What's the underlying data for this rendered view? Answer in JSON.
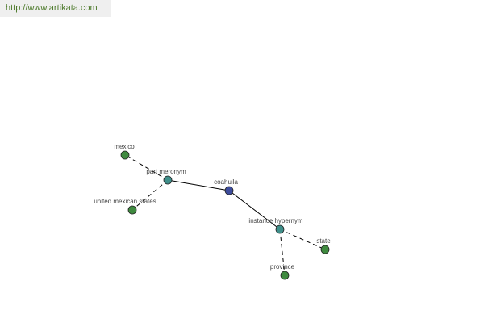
{
  "watermark": {
    "text": "http://www.artikata.com"
  },
  "colors": {
    "leaf": "#3f8a3f",
    "relation": "#3f8f8a",
    "center": "#3d4c9c",
    "node_stroke": "#222222",
    "edge": "#000000"
  },
  "graph": {
    "nodes": [
      {
        "id": "coahuila",
        "label": "coahuila",
        "kind": "center"
      },
      {
        "id": "part-meronym",
        "label": "part meronym",
        "kind": "relation"
      },
      {
        "id": "instance-hypernym",
        "label": "instance hypernym",
        "kind": "relation"
      },
      {
        "id": "mexico",
        "label": "mexico",
        "kind": "leaf"
      },
      {
        "id": "united-mexican-states",
        "label": "united mexican states",
        "kind": "leaf"
      },
      {
        "id": "state",
        "label": "state",
        "kind": "leaf"
      },
      {
        "id": "province",
        "label": "province",
        "kind": "leaf"
      }
    ],
    "edges": [
      {
        "from": "coahuila",
        "to": "part-meronym",
        "style": "solid"
      },
      {
        "from": "coahuila",
        "to": "instance-hypernym",
        "style": "solid"
      },
      {
        "from": "part-meronym",
        "to": "mexico",
        "style": "dashed"
      },
      {
        "from": "part-meronym",
        "to": "united-mexican-states",
        "style": "dashed"
      },
      {
        "from": "instance-hypernym",
        "to": "state",
        "style": "dashed"
      },
      {
        "from": "instance-hypernym",
        "to": "province",
        "style": "dashed"
      }
    ]
  }
}
